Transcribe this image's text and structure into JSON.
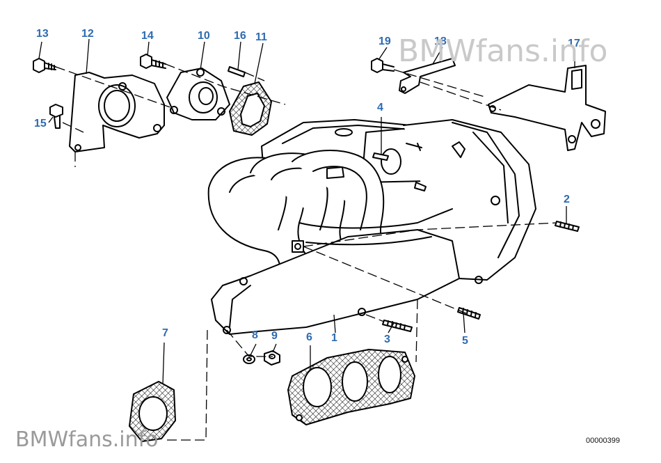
{
  "watermark_top": "BMWfans.info",
  "watermark_bottom": "BMWfans.info",
  "diagram_id": "00000399",
  "accent_color": "#2e6bb0",
  "labels": [
    "1",
    "2",
    "3",
    "4",
    "5",
    "6",
    "7",
    "8",
    "9",
    "10",
    "11",
    "12",
    "13",
    "14",
    "15",
    "16",
    "17",
    "18",
    "19"
  ]
}
